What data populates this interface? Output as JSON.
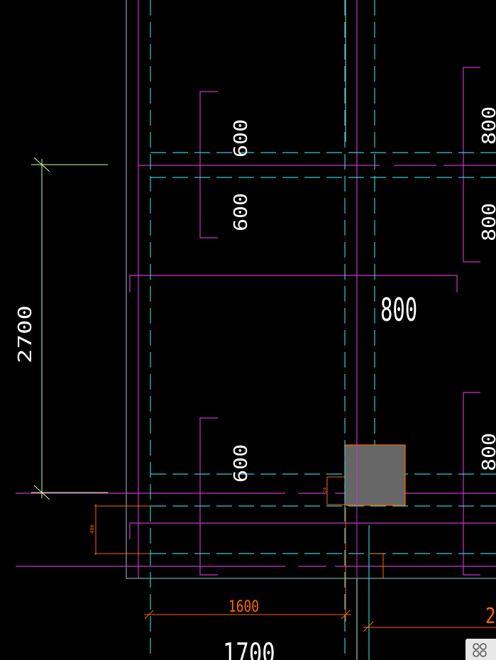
{
  "colors": {
    "background": "#000000",
    "axis_cyan": "#33cccc",
    "wall_magenta": "#cc33cc",
    "text_white": "#ffffff",
    "dim_green": "#ccff99",
    "dim_orange": "#ff6600",
    "frame_line": "#99cccc",
    "column_fill": "#666666"
  },
  "drawing": {
    "dim_overall_height": "2700",
    "dim_beam_a": "600",
    "dim_beam_b": "600",
    "dim_beam_c": "800",
    "dim_beam_d": "800",
    "dim_beam_e": "800",
    "dim_beam_f": "600",
    "dim_beam_g": "800",
    "dim_span_1600": "1600",
    "dim_span_1700": "1700",
    "dim_right_partial": "2",
    "dim_small_400": "400",
    "dim_tiny_a": "24"
  },
  "toolbar": {
    "nav_icon": "grid-navigation-icon"
  }
}
